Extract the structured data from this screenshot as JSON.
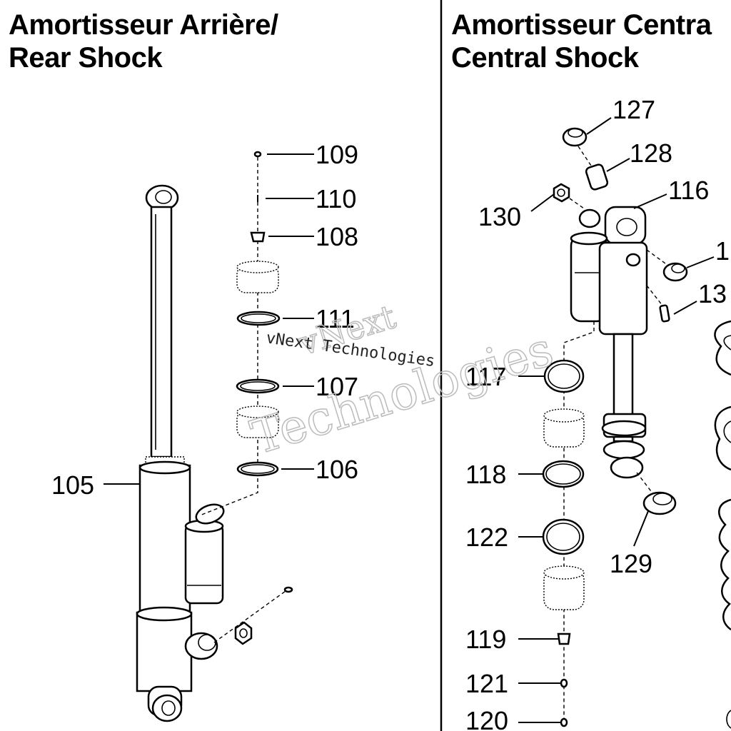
{
  "titles": {
    "rear_line1": "Amortisseur Arrière/",
    "rear_line2": "Rear Shock",
    "central_line1": "Amortisseur Centra",
    "central_line2": "Central Shock"
  },
  "watermark": {
    "brand": "vNext",
    "small": "vNext Technologies",
    "large": "Technologies"
  },
  "rear_callouts": [
    "109",
    "110",
    "108",
    "111",
    "107",
    "106",
    "105"
  ],
  "central_callouts": [
    "127",
    "128",
    "116",
    "130",
    "1",
    "13",
    "117",
    "118",
    "122",
    "129",
    "119",
    "121",
    "120"
  ]
}
